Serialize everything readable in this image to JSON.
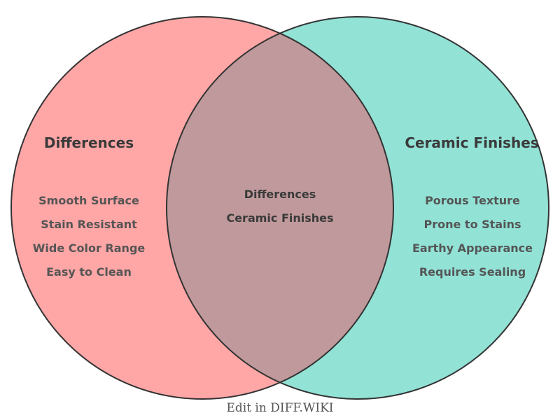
{
  "venn": {
    "left": {
      "title": "Differences",
      "items": [
        "Smooth Surface",
        "Stain Resistant",
        "Wide Color Range",
        "Easy to Clean"
      ],
      "color": "#FFA6A6"
    },
    "right": {
      "title": "Ceramic Finishes",
      "items": [
        "Porous Texture",
        "Prone to Stains",
        "Earthy Appearance",
        "Requires Sealing"
      ],
      "color": "#92E2D6"
    },
    "overlap": {
      "lines": [
        "Differences",
        "Ceramic Finishes"
      ],
      "color": "#BF999B"
    },
    "outline_color": "#333333"
  },
  "footer": {
    "label": "Edit in DIFF.WIKI"
  }
}
